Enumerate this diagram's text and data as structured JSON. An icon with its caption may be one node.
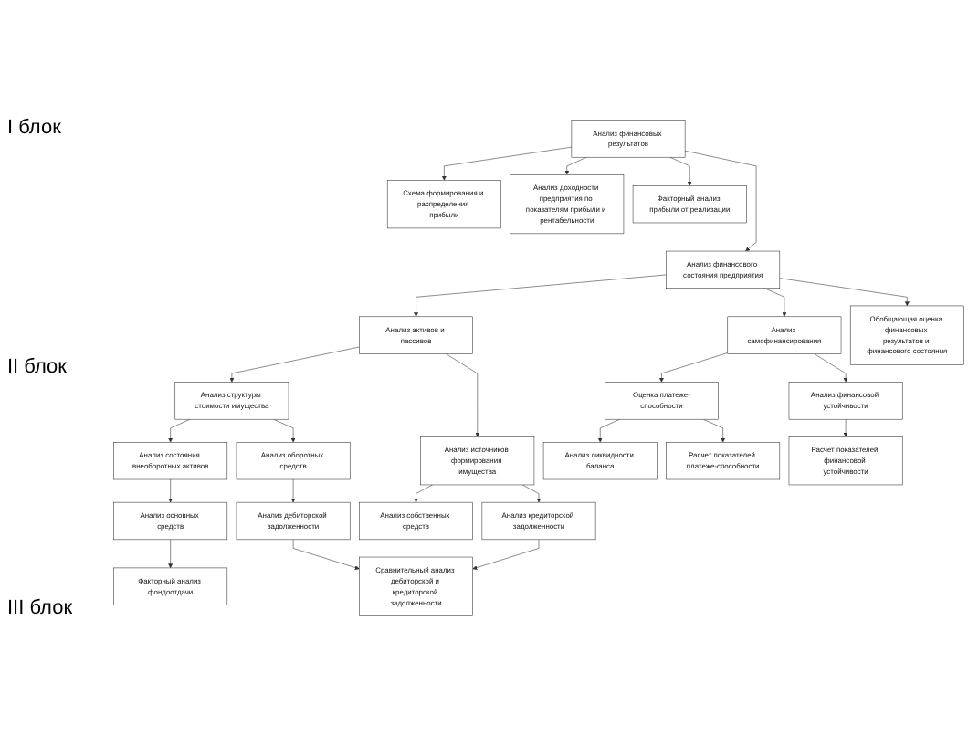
{
  "diagram": {
    "nodes": [
      {
        "text": [
          "Анализ финансовых результатов"
        ]
      },
      {
        "text": [
          "Схема формирования и распределения прибыли"
        ]
      },
      {
        "text": [
          "Анализ доходности предприятия по показателям прибыли и рентабельности"
        ]
      },
      {
        "text": [
          "Факторный анализ прибыли от реализации"
        ]
      },
      {
        "text": [
          "Анализ финансового состояния предприятия"
        ]
      },
      {
        "text": [
          "Анализ активов и пассивов"
        ]
      },
      {
        "text": [
          "Анализ самофинансирования"
        ]
      },
      {
        "text": [
          "Анализ структуры стоимости имущества"
        ]
      },
      {
        "text": [
          "Анализ источников формирования имущества"
        ]
      },
      {
        "text": [
          "Оценка платеже-способности"
        ]
      },
      {
        "text": [
          "Анализ финансовой устойчивости"
        ]
      },
      {
        "text": [
          "Анализ состояния внеоборотных активов"
        ]
      },
      {
        "text": [
          "Анализ оборотных средств"
        ]
      },
      {
        "text": [
          "Анализ собственных средств"
        ]
      },
      {
        "text": [
          "Анализ кредиторской задолженности"
        ]
      },
      {
        "text": [
          "Расчет показателей финансовой устойчивости"
        ]
      },
      {
        "text": [
          "Анализ основных средств"
        ]
      },
      {
        "text": [
          "Анализ дебиторской задолженности"
        ]
      },
      {
        "text": [
          "Сравнительный анализ дебиторской и кредиторской задолженности"
        ]
      },
      {
        "text": [
          "Факторный анализ фондоотдачи"
        ]
      },
      {
        "text": [
          "Анализ ликвидности баланса"
        ]
      },
      {
        "text": [
          "Расчет показателей платеже-способности"
        ]
      },
      {
        "text": [
          "Обобщающая оценка финансовых результатов и финансового состояния"
        ]
      }
    ],
    "edges": [
      {
        "from": 0,
        "to": 1,
        "arrow": "to"
      },
      {
        "from": 0,
        "to": 2,
        "arrow": "to"
      },
      {
        "from": 0,
        "to": 3,
        "arrow": "to"
      },
      {
        "from": 0,
        "to": 4,
        "arrow": "to"
      },
      {
        "from": 4,
        "to": 5,
        "arrow": "to"
      },
      {
        "from": 4,
        "to": 6,
        "arrow": "to"
      },
      {
        "from": 4,
        "to": 22,
        "arrow": "to"
      },
      {
        "from": 5,
        "to": 7,
        "arrow": "to"
      },
      {
        "from": 5,
        "to": 8,
        "arrow": "to"
      },
      {
        "from": 6,
        "to": 9,
        "arrow": "to"
      },
      {
        "from": 6,
        "to": 10,
        "arrow": "to"
      },
      {
        "from": 7,
        "to": 11,
        "arrow": "to"
      },
      {
        "from": 7,
        "to": 12,
        "arrow": "to"
      },
      {
        "from": 8,
        "to": 13,
        "arrow": "to"
      },
      {
        "from": 8,
        "to": 14,
        "arrow": "to"
      },
      {
        "from": 10,
        "to": 15,
        "arrow": "to"
      },
      {
        "from": 11,
        "to": 16,
        "arrow": "to"
      },
      {
        "from": 12,
        "to": 17,
        "arrow": "to"
      },
      {
        "from": 14,
        "to": 18,
        "arrow": "to"
      },
      {
        "from": 17,
        "to": 18,
        "arrow": "to"
      },
      {
        "from": 16,
        "to": 19,
        "arrow": "to"
      },
      {
        "from": 9,
        "to": 20,
        "arrow": "to"
      },
      {
        "from": 9,
        "to": 21,
        "arrow": "to"
      }
    ],
    "labels": [
      "I блок",
      "II блок",
      "III блок"
    ]
  }
}
